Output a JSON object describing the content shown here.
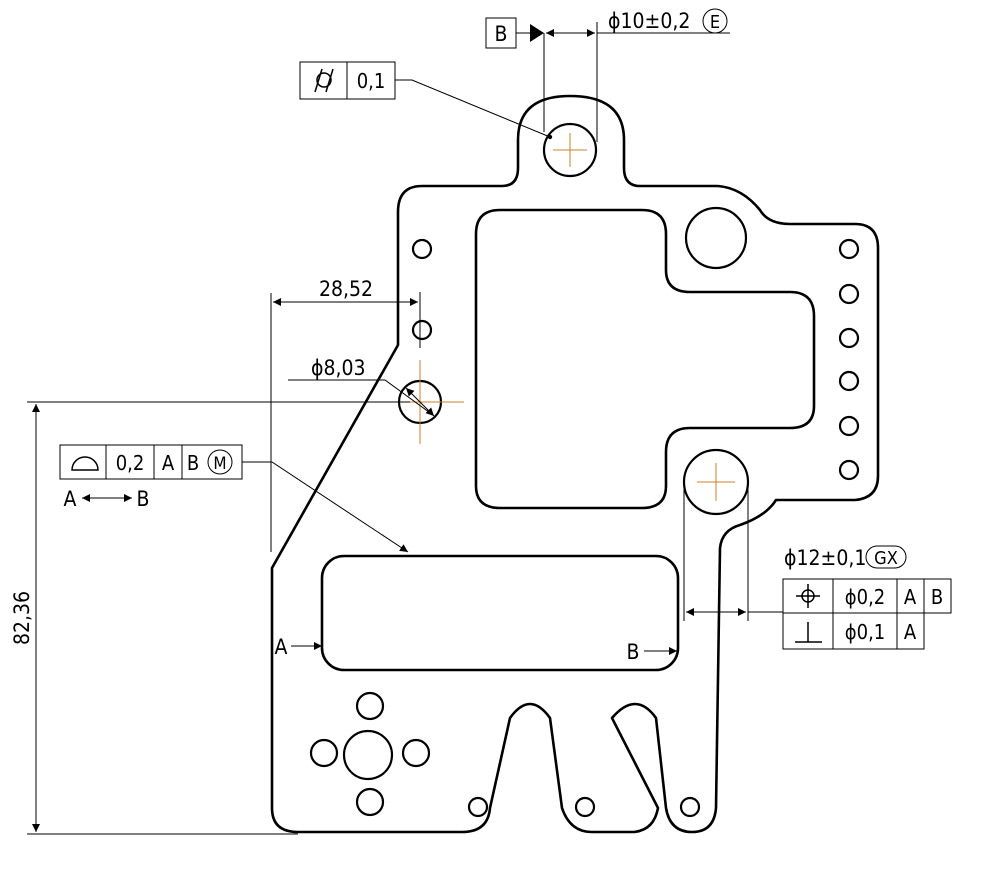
{
  "datum_b_label": "B",
  "dim_top_diameter": "ϕ10±0,2",
  "modifier_envelope": "E",
  "flatness_frame": {
    "value": "0,1"
  },
  "dim_28_52": "28,52",
  "dim_8_03": "ϕ8,03",
  "dim_82_36": "82,36",
  "profile_frame": {
    "tolerance": "0,2",
    "datum_primary": "A",
    "datum_secondary": "B",
    "modifier": "M"
  },
  "between_note": {
    "from": "A",
    "to": "B"
  },
  "marker_a": "A",
  "marker_b": "B",
  "dim_right_diameter": "ϕ12±0,1",
  "modifier_gx": "GX",
  "position_frame": {
    "tolerance": "ϕ0,2",
    "datum_primary": "A",
    "datum_secondary": "B"
  },
  "perpendicularity_frame": {
    "tolerance": "ϕ0,1",
    "datum_primary": "A"
  },
  "colors": {
    "line": "#000000",
    "centerline": "#c8822a",
    "background": "#ffffff"
  }
}
